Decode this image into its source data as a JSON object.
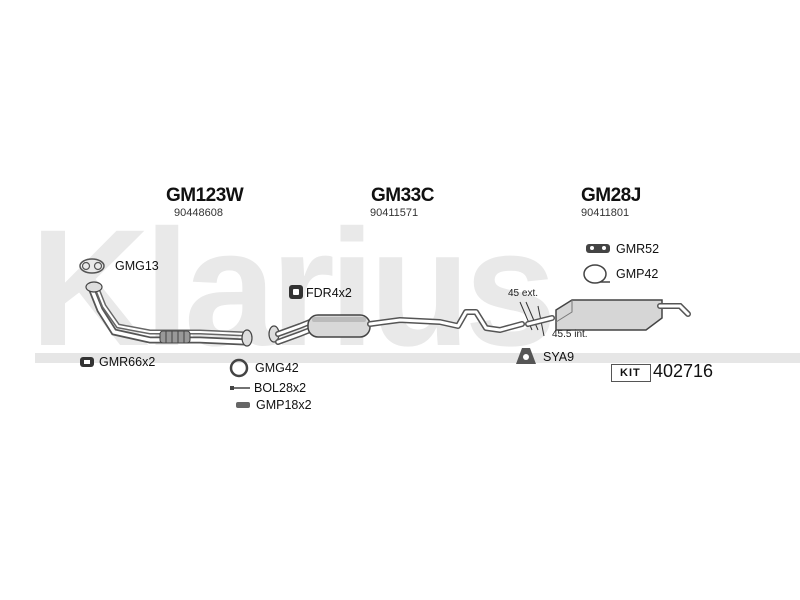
{
  "watermark": "Klarius",
  "sections": [
    {
      "code": "GM123W",
      "oe": "90448608"
    },
    {
      "code": "GM33C",
      "oe": "90411571"
    },
    {
      "code": "GM28J",
      "oe": "90411801"
    }
  ],
  "parts": {
    "gmg13": "GMG13",
    "gmr66": "GMR66x2",
    "fdr4": "FDR4x2",
    "gmg42": "GMG42",
    "bol28": "BOL28x2",
    "gmp18": "GMP18x2",
    "gmr52": "GMR52",
    "gmp42": "GMP42",
    "sya9": "SYA9"
  },
  "notes": {
    "ext": "45 ext.",
    "int": "45.5 int."
  },
  "kit": {
    "label": "KIT",
    "number": "402716"
  }
}
